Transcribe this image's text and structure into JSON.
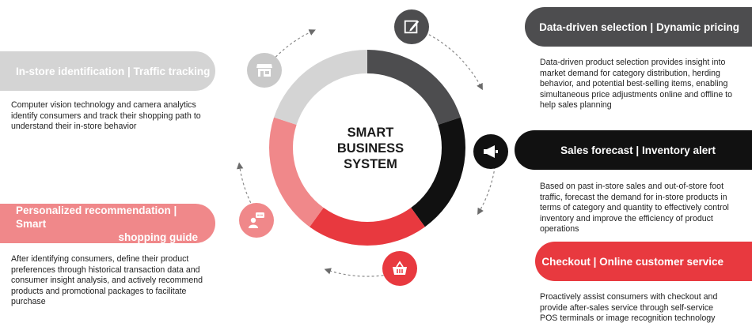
{
  "center": {
    "line1": "SMART",
    "line2": "BUSINESS",
    "line3": "SYSTEM"
  },
  "nodes": [
    {
      "id": "in-store",
      "title": "In-store identification | Traffic tracking",
      "description": "Computer vision technology and camera analytics identify consumers and track their shopping path to understand their in-store behavior",
      "color": "#d4d4d4",
      "icon": "store-icon"
    },
    {
      "id": "data-driven",
      "title": "Data-driven selection | Dynamic pricing",
      "description": "Data-driven product selection provides insight into market demand for category distribution, herding behavior, and potential best-selling items, enabling simultaneous price adjustments online and offline to help sales planning",
      "color": "#4d4d4f",
      "icon": "edit-icon"
    },
    {
      "id": "sales-forecast",
      "title": "Sales forecast | Inventory alert",
      "description": "Based on past in-store sales and out-of-store foot traffic, forecast the demand for in-store products in terms of category and quantity to effectively control inventory and improve the efficiency of product operations",
      "color": "#111111",
      "icon": "megaphone-icon"
    },
    {
      "id": "checkout",
      "title": "Checkout | Online customer service",
      "description": "Proactively assist consumers with checkout and provide after-sales service through self-service POS terminals or image recognition technology",
      "color": "#e8393f",
      "icon": "basket-icon"
    },
    {
      "id": "personalized",
      "title_line1": "Personalized recommendation | Smart",
      "title_line2": "shopping guide",
      "description": "After identifying consumers, define their product preferences through historical transaction data and consumer insight analysis, and actively recommend products and promotional packages to facilitate purchase",
      "color": "#f0888a",
      "icon": "chat-person-icon"
    }
  ],
  "ring_segments": [
    {
      "name": "data-driven",
      "color": "#4d4d4f"
    },
    {
      "name": "sales-forecast",
      "color": "#111111"
    },
    {
      "name": "checkout",
      "color": "#e8393f"
    },
    {
      "name": "personalized",
      "color": "#f0888a"
    },
    {
      "name": "in-store",
      "color": "#d4d4d4"
    }
  ]
}
